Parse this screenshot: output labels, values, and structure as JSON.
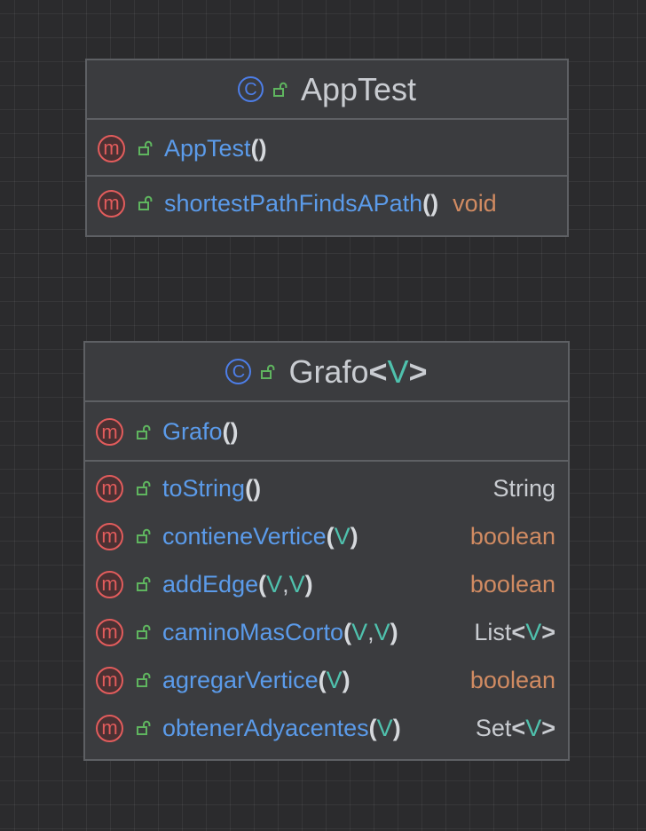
{
  "classes": [
    {
      "title": "AppTest",
      "type_param": "",
      "sections": [
        [
          {
            "name": "AppTest",
            "params": [],
            "return": ""
          }
        ],
        [
          {
            "name": "shortestPathFindsAPath",
            "params": [],
            "return": "void",
            "return_kind": "keyword"
          }
        ]
      ]
    },
    {
      "title": "Grafo",
      "type_param": "V",
      "sections": [
        [
          {
            "name": "Grafo",
            "params": [],
            "return": ""
          }
        ],
        [
          {
            "name": "toString",
            "params": [],
            "return": "String",
            "return_kind": "type"
          },
          {
            "name": "contieneVertice",
            "params": [
              "V"
            ],
            "return": "boolean",
            "return_kind": "keyword"
          },
          {
            "name": "addEdge",
            "params": [
              "V",
              "V"
            ],
            "return": "boolean",
            "return_kind": "keyword"
          },
          {
            "name": "caminoMasCorto",
            "params": [
              "V",
              "V"
            ],
            "return": "List",
            "return_type_param": "V",
            "return_kind": "type"
          },
          {
            "name": "agregarVertice",
            "params": [
              "V"
            ],
            "return": "boolean",
            "return_kind": "keyword"
          },
          {
            "name": "obtenerAdyacentes",
            "params": [
              "V"
            ],
            "return": "Set",
            "return_type_param": "V",
            "return_kind": "type"
          }
        ]
      ]
    }
  ],
  "icons": {
    "class_icon": "class-c-icon",
    "method_icon": "method-m-icon",
    "visibility_icon": "unlocked-public-icon",
    "class_icon_glyph": "C",
    "method_icon_glyph": "m"
  },
  "colors": {
    "background": "#2b2b2d",
    "box": "#3b3c3f",
    "border": "#5e6064",
    "method_name": "#5b9bea",
    "type_param": "#4fc1ad",
    "keyword": "#d18b62",
    "class_icon": "#4d7ee8",
    "method_icon": "#e25c5c",
    "lock": "#5fb55f"
  }
}
